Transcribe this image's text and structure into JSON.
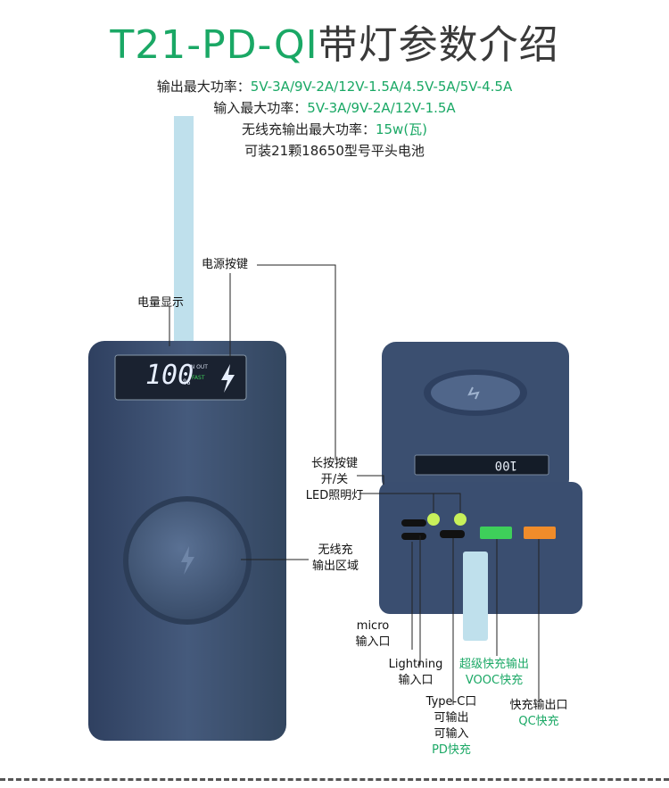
{
  "title": {
    "code": "T21-PD-QI",
    "cn": "带灯参数介绍"
  },
  "specs": [
    {
      "label": "输出最大功率：",
      "value": "5V-3A/9V-2A/12V-1.5A/4.5V-5A/5V-4.5A"
    },
    {
      "label": "输入最大功率：",
      "value": "5V-3A/9V-2A/12V-1.5A"
    },
    {
      "label": "无线充输出最大功率：",
      "value": "15w(瓦)"
    },
    {
      "label": "可装21颗18650型号平头电池",
      "value": ""
    }
  ],
  "callouts": {
    "power_button": "电源按键",
    "battery_display": "电量显示",
    "long_press_1": "长按按键",
    "long_press_2": "开/关",
    "long_press_3": "LED照明灯",
    "wireless_1": "无线充",
    "wireless_2": "输出区域",
    "micro_1": "micro",
    "micro_2": "输入口",
    "lightning_1": "Lightning",
    "lightning_2": "输入口",
    "typec_1": "Type-C口",
    "typec_2": "可输出",
    "typec_3": "可输入",
    "typec_4": "PD快充",
    "vooc_1": "超级快充输出",
    "vooc_2": "VOOC快充",
    "qc_1": "快充输出口",
    "qc_2": "QC快充"
  },
  "device": {
    "percent": "100",
    "percent_sign": "%",
    "io_text": "IN OUT",
    "fast_text": "FAST"
  },
  "colors": {
    "accent": "#1aa865",
    "body": "#3d5170",
    "lanyard": "#bfe0ec",
    "led": "#c8f05a",
    "vooc": "#3ecf5a",
    "qc": "#f08c2a"
  }
}
